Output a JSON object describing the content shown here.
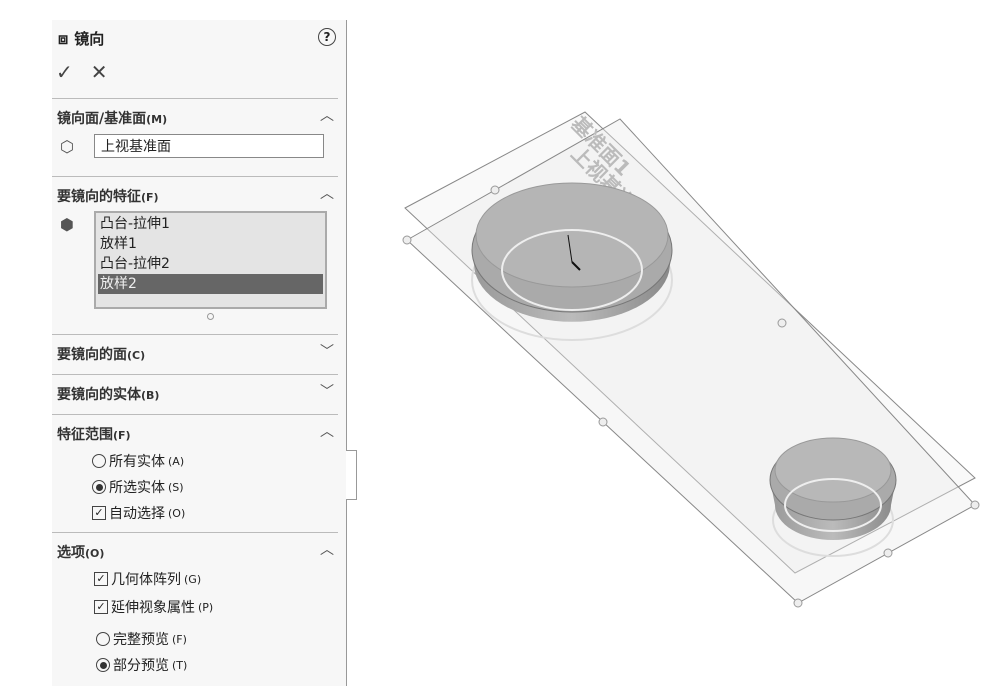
{
  "panel": {
    "title": "镜向",
    "help": "?",
    "ok": "✓",
    "cancel": "✕",
    "mirror_face": {
      "label": "镜向面/基准面",
      "key": "(M)",
      "value": "上视基准面"
    },
    "features": {
      "label": "要镜向的特征",
      "key": "(F)",
      "items": [
        "凸台-拉伸1",
        "放样1",
        "凸台-拉伸2",
        "放样2"
      ],
      "selected": "放样2"
    },
    "faces": {
      "label": "要镜向的面",
      "key": "(C)"
    },
    "bodies": {
      "label": "要镜向的实体",
      "key": "(B)"
    },
    "scope": {
      "label": "特征范围",
      "key": "(F)",
      "all": {
        "label": "所有实体",
        "key": "(A)",
        "checked": false
      },
      "selected": {
        "label": "所选实体",
        "key": "(S)",
        "checked": true
      },
      "auto": {
        "label": "自动选择",
        "key": "(O)",
        "checked": true
      }
    },
    "options": {
      "label": "选项",
      "key": "(O)",
      "geometry": {
        "label": "几何体阵列",
        "key": "(G)",
        "checked": true
      },
      "propagate": {
        "label": "延伸视象属性",
        "key": "(P)",
        "checked": true
      },
      "full": {
        "label": "完整预览",
        "key": "(F)",
        "checked": false
      },
      "partial": {
        "label": "部分预览",
        "key": "(T)",
        "checked": true
      }
    }
  },
  "viewport": {
    "plane1_label": "基准面1",
    "plane2_label": "上视基准面"
  }
}
